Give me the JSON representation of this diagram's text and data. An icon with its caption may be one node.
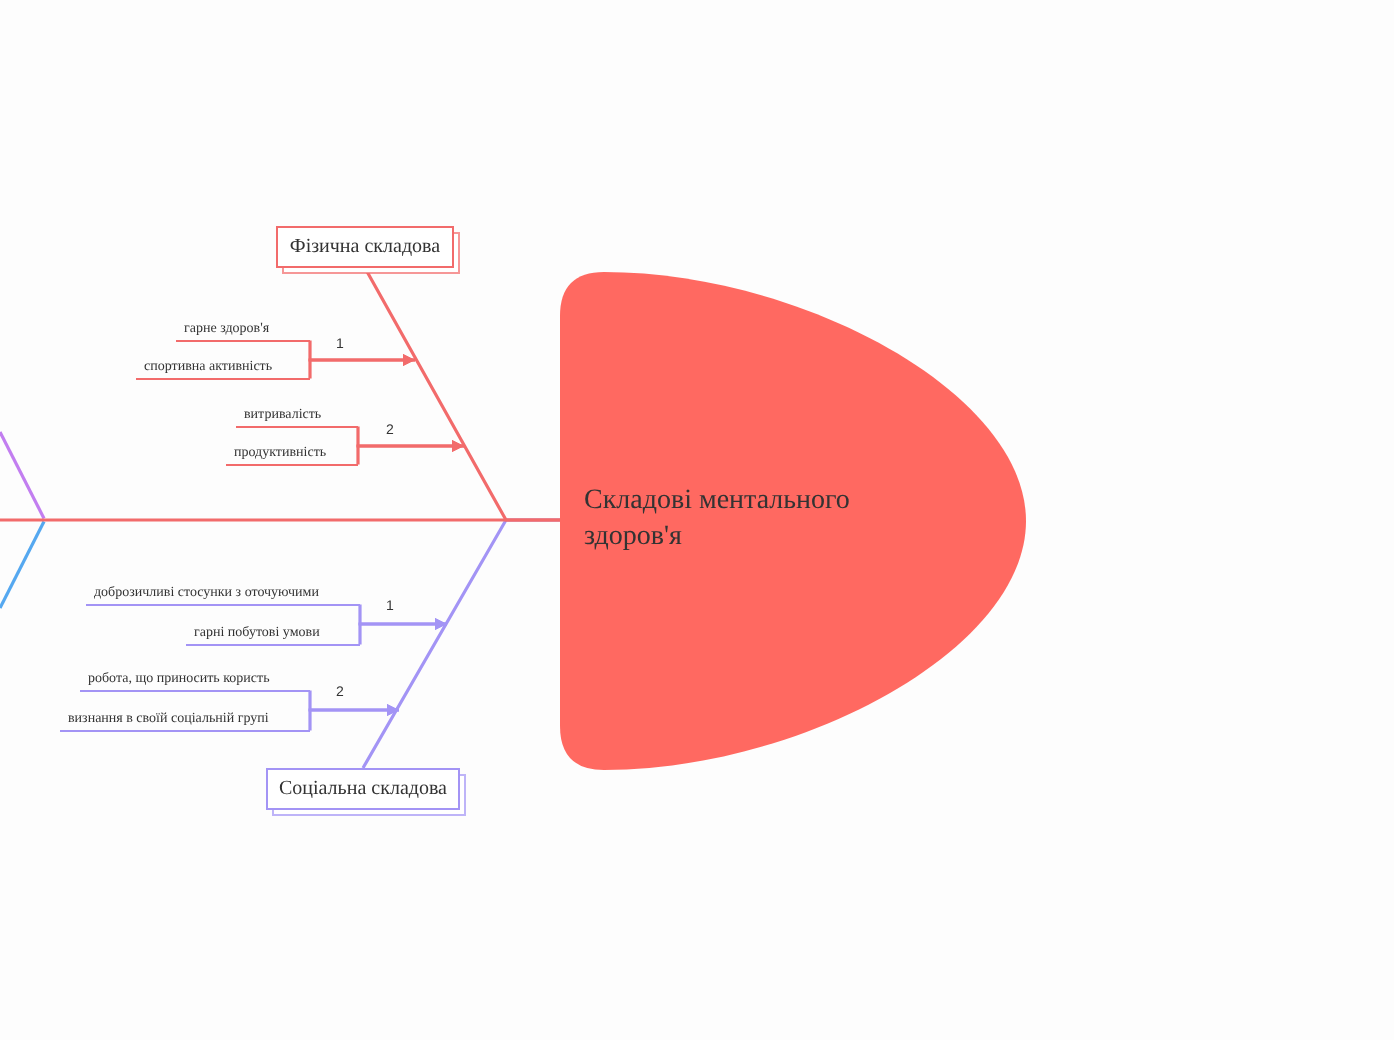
{
  "diagram": {
    "nodes": [
      {
        "text": [
          "Фізична складова"
        ]
      },
      {
        "text": [
          "гарне здоров'я"
        ]
      },
      {
        "text": [
          "спортивна активність"
        ]
      },
      {
        "text": [
          "витривалість"
        ]
      },
      {
        "text": [
          "продуктивність"
        ]
      },
      {
        "text": [
          "Складові ментального здоров'я"
        ]
      },
      {
        "text": [
          "доброзичливі стосунки з оточуючими"
        ]
      },
      {
        "text": [
          "гарні побутові умови"
        ]
      },
      {
        "text": [
          "робота, що приносить користь"
        ]
      },
      {
        "text": [
          "визнання в своїй соціальній групі"
        ]
      },
      {
        "text": [
          "Соціальна складова"
        ]
      }
    ],
    "edges": [
      {
        "from": null,
        "to": 5,
        "arrow": "none"
      },
      {
        "from": 0,
        "to": 5,
        "arrow": "none"
      },
      {
        "from": 1,
        "to": null,
        "arrow": "to",
        "label": "1"
      },
      {
        "from": 2,
        "to": null,
        "arrow": "to"
      },
      {
        "from": 3,
        "to": null,
        "arrow": "to",
        "label": "2"
      },
      {
        "from": 4,
        "to": null,
        "arrow": "to"
      },
      {
        "from": 10,
        "to": 5,
        "arrow": "none",
        "color": "#a394f5"
      },
      {
        "from": 6,
        "to": null,
        "arrow": "to",
        "label": "1",
        "color": "#a394f5"
      },
      {
        "from": 7,
        "to": null,
        "arrow": "to",
        "color": "#a394f5"
      },
      {
        "from": 8,
        "to": null,
        "arrow": "to",
        "label": "2",
        "color": "#a394f5"
      },
      {
        "from": 9,
        "to": null,
        "arrow": "to",
        "color": "#a394f5"
      }
    ]
  }
}
